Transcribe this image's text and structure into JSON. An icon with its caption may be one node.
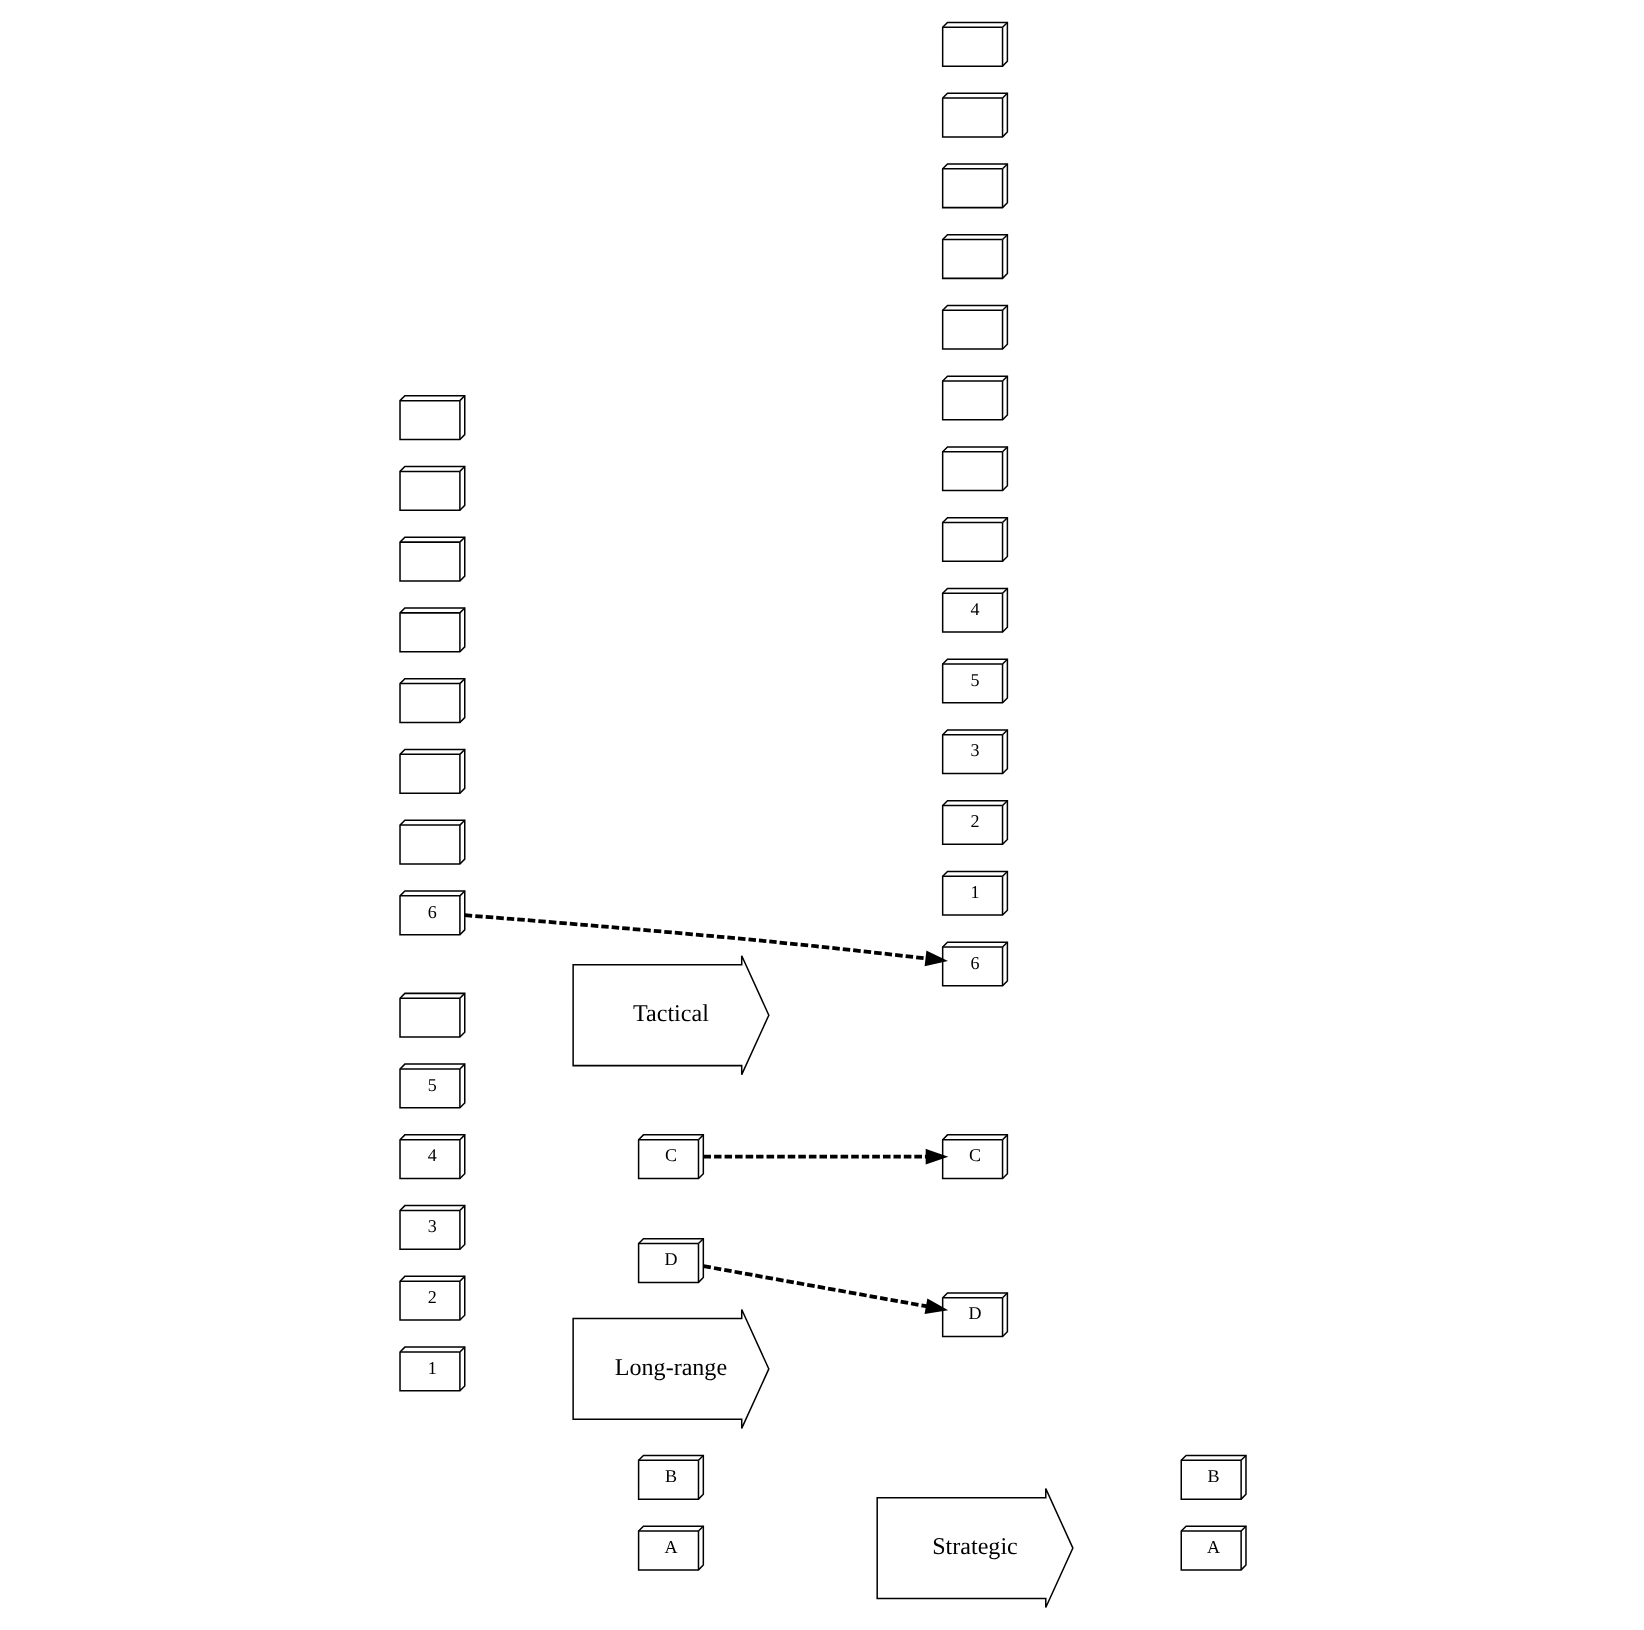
{
  "diagram": {
    "nodes": [
      {
        "text": [
          "A"
        ]
      },
      {
        "text": [
          "B"
        ]
      },
      {
        "text": [
          "D"
        ]
      },
      {
        "text": [
          "C"
        ]
      },
      {
        "text": [
          "Strategic"
        ]
      },
      {
        "text": [
          "A"
        ]
      },
      {
        "text": [
          "B"
        ]
      },
      {
        "text": [
          "1"
        ]
      },
      {
        "text": [
          "2"
        ]
      },
      {
        "text": [
          "3"
        ]
      },
      {
        "text": [
          "4"
        ]
      },
      {
        "text": [
          "5"
        ]
      },
      {
        "text": [
          "6"
        ]
      },
      {
        "text": [
          "Long-range"
        ]
      },
      {
        "text": [
          "D"
        ]
      },
      {
        "text": [
          "1"
        ]
      },
      {
        "text": [
          "2"
        ]
      },
      {
        "text": [
          "3"
        ]
      },
      {
        "text": [
          "5"
        ]
      },
      {
        "text": [
          "4"
        ]
      },
      {
        "text": [],
        "shape": "box"
      },
      {
        "text": [],
        "shape": "box"
      },
      {
        "text": [],
        "shape": "box"
      },
      {
        "text": [],
        "shape": "box"
      },
      {
        "text": [],
        "shape": "box"
      },
      {
        "text": [],
        "shape": "box"
      },
      {
        "text": [],
        "shape": "box"
      },
      {
        "text": [],
        "shape": "box"
      },
      {
        "text": [
          "Tactical"
        ]
      },
      {
        "text": [
          "6"
        ]
      },
      {
        "text": [],
        "shape": "box"
      },
      {
        "text": [],
        "shape": "box"
      },
      {
        "text": [],
        "shape": "box"
      },
      {
        "text": [],
        "shape": "box"
      },
      {
        "text": [],
        "shape": "box"
      },
      {
        "text": [
          "C"
        ]
      },
      {
        "text": [],
        "shape": "box"
      },
      {
        "text": [],
        "shape": "box"
      },
      {
        "text": [],
        "shape": "box"
      }
    ],
    "edges": [
      {
        "from": 2,
        "to": 14,
        "arrow": "to",
        "style": "dashed"
      },
      {
        "from": 3,
        "to": 35,
        "arrow": "to",
        "style": "dashed"
      },
      {
        "from": 12,
        "to": 29,
        "arrow": "to",
        "style": "dashed"
      }
    ]
  }
}
